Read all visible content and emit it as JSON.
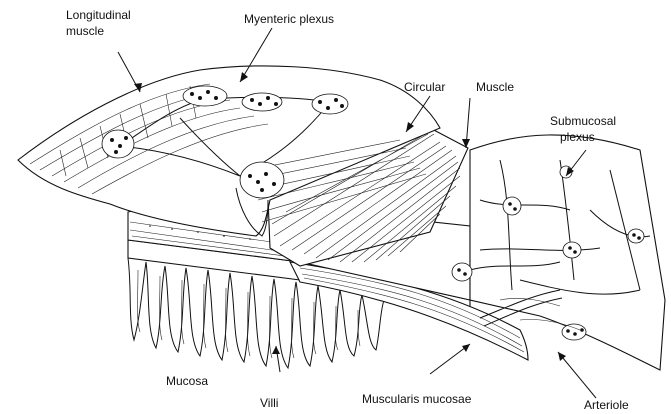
{
  "labels": {
    "longitudinal_muscle_line1": "Longitudinal",
    "longitudinal_muscle_line2": "muscle",
    "myenteric_plexus": "Myenteric plexus",
    "circular": "Circular",
    "muscle": "Muscle",
    "submucosal_plexus_line1": "Submucosal",
    "submucosal_plexus_line2": "plexus",
    "mucosa": "Mucosa",
    "villi": "Villi",
    "muscularis_mucosae": "Muscularis mucosae",
    "arteriole": "Arteriole"
  },
  "colors": {
    "ink": "#111111",
    "background": "#ffffff"
  }
}
